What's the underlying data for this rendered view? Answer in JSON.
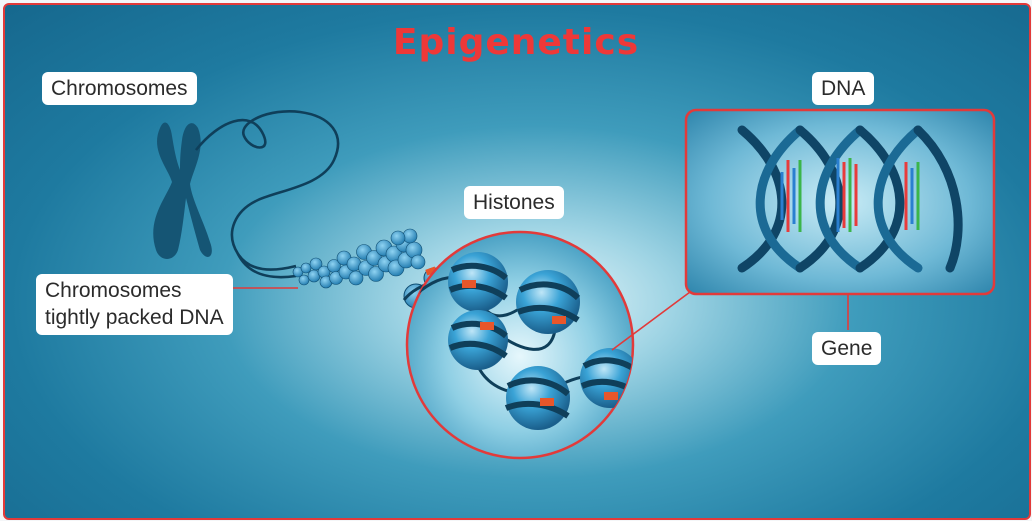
{
  "title": "Epigenetics",
  "labels": {
    "chromosomes": "Chromosomes",
    "packed_line1": "Chromosomes",
    "packed_line2": "tightly packed DNA",
    "histones": "Histones",
    "dna": "DNA",
    "gene": "Gene"
  },
  "colors": {
    "accent": "#e23a3a",
    "title": "#ee3838",
    "background_dark": "#16688e",
    "background_light": "#e8f7fb",
    "chromosome": "#155574",
    "histone": "#2a8fc6",
    "gene_bars": [
      "#e83b3b",
      "#2a7fd0",
      "#3bb54a"
    ]
  }
}
